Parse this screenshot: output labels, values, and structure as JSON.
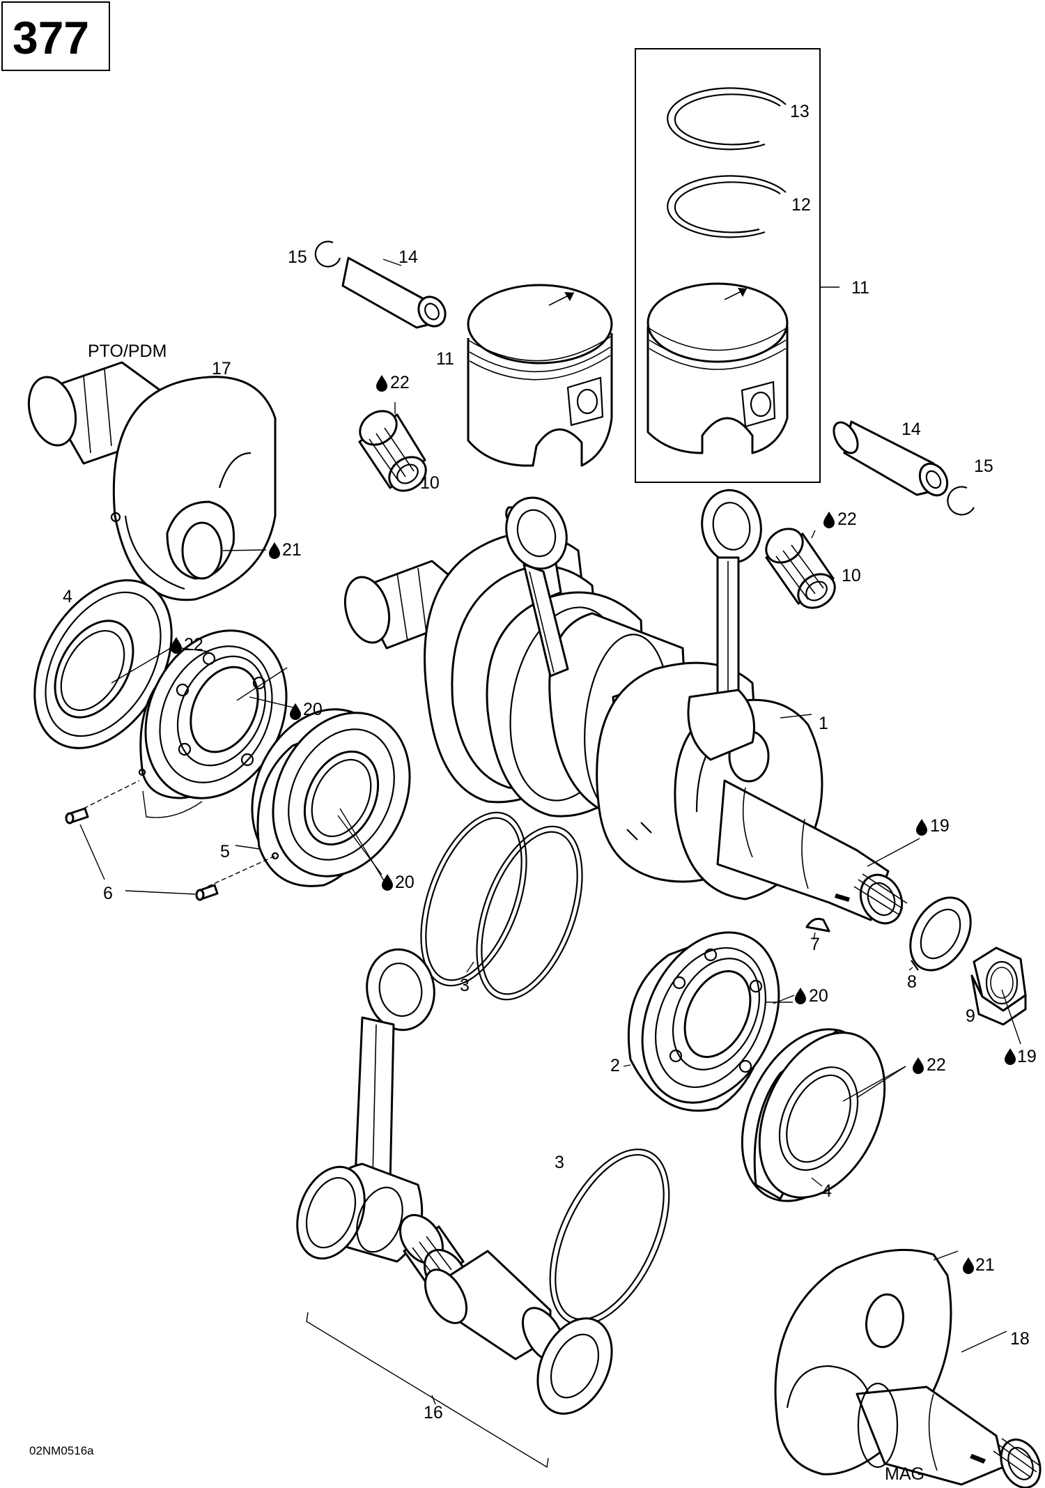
{
  "page_number": "377",
  "drawing_code": "02NM0516a",
  "side_labels": {
    "pto": "PTO/PDM",
    "mag": "MAG"
  },
  "callouts": {
    "c1": "1",
    "c2": "2",
    "c3a": "3",
    "c3b": "3",
    "c4a": "4",
    "c4b": "4",
    "c5": "5",
    "c6": "6",
    "c7": "7",
    "c8": "8",
    "c9": "9",
    "c10a": "10",
    "c10b": "10",
    "c11a": "11",
    "c11b": "11",
    "c12": "12",
    "c13": "13",
    "c14a": "14",
    "c14b": "14",
    "c15a": "15",
    "c15b": "15",
    "c16": "16",
    "c17": "17",
    "c18": "18",
    "c19a": "19",
    "c19b": "19",
    "c20a": "20",
    "c20b": "20",
    "c20c": "20",
    "c21a": "21",
    "c21b": "21",
    "c22a": "22",
    "c22b": "22",
    "c22c": "22",
    "c22d": "22"
  },
  "icons": {
    "lubricant": "oil-drop-icon",
    "direction": "arrow-icon"
  }
}
